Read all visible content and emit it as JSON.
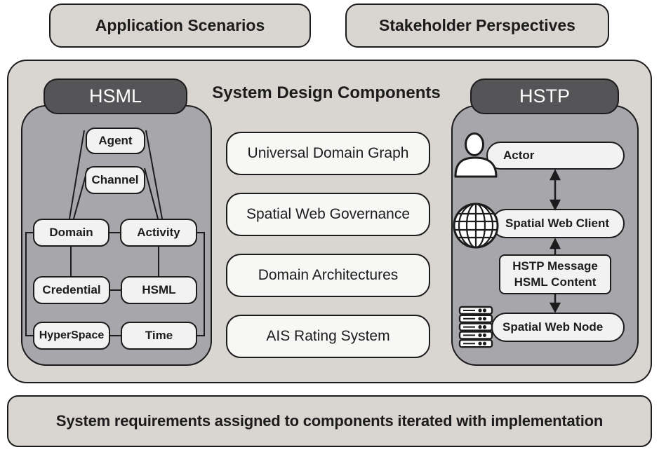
{
  "top_pills": {
    "left": "Application Scenarios",
    "right": "Stakeholder Perspectives"
  },
  "main": {
    "title": "System Design Components",
    "hsml": {
      "header": "HSML",
      "nodes": {
        "agent": "Agent",
        "channel": "Channel",
        "domain": "Domain",
        "activity": "Activity",
        "credential": "Credential",
        "hsml": "HSML",
        "hyperspace": "HyperSpace",
        "time": "Time"
      },
      "edges": [
        "Agent-Domain",
        "Agent-Activity",
        "Channel-Domain",
        "Channel-Activity",
        "Domain-Activity",
        "Domain-Credential",
        "Activity-HSML",
        "Credential-HSML",
        "HyperSpace-Time",
        "Domain-HyperSpace",
        "Activity-Time"
      ]
    },
    "components": [
      "Universal Domain Graph",
      "Spatial Web Governance",
      "Domain Architectures",
      "AIS Rating System"
    ],
    "hstp": {
      "header": "HSTP",
      "actor": "Actor",
      "client": "Spatial Web Client",
      "message_line1": "HSTP Message",
      "message_line2": "HSML Content",
      "node": "Spatial Web Node",
      "icons": [
        "person-icon",
        "globe-icon",
        "server-icon"
      ],
      "connections": [
        "Actor <-> Spatial Web Client",
        "Spatial Web Client <-> HSTP Message / HSML Content",
        "HSTP Message / HSML Content <-> Spatial Web Node"
      ]
    }
  },
  "bottom_bar": "System requirements assigned to components iterated with implementation",
  "colors": {
    "background": "#ffffff",
    "container_fill": "#d9d6d1",
    "panel_fill": "#a7a7ab",
    "header_fill": "#555558",
    "header_text": "#ffffff",
    "node_fill": "#f2f2f2",
    "component_fill": "#f7f7f6",
    "border": "#1c1c1c"
  }
}
